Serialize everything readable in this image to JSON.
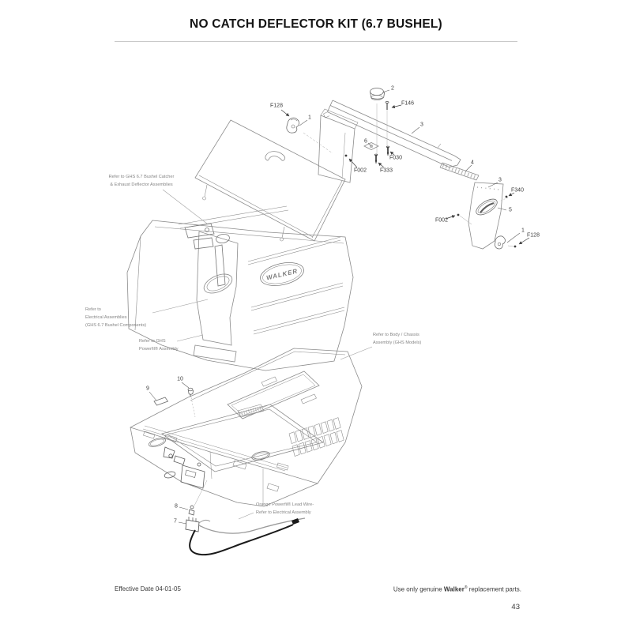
{
  "header": {
    "title": "NO CATCH DEFLECTOR KIT (6.7 BUSHEL)"
  },
  "footer": {
    "effective_date": "Effective Date 04-01-05",
    "genuine_prefix": "Use only genuine ",
    "brand": "Walker",
    "reg_mark": "®",
    "genuine_suffix": " replacement parts.",
    "page_number": "43"
  },
  "diagram": {
    "decals": {
      "catcher_logo": "WALKER"
    },
    "callouts": [
      {
        "id": "F128-upper",
        "text": "F128"
      },
      {
        "id": "1-upper",
        "text": "1"
      },
      {
        "id": "2",
        "text": "2"
      },
      {
        "id": "F146",
        "text": "F146"
      },
      {
        "id": "3-deflector",
        "text": "3"
      },
      {
        "id": "6",
        "text": "6"
      },
      {
        "id": "F002-upper",
        "text": "F002"
      },
      {
        "id": "F030",
        "text": "F030"
      },
      {
        "id": "F333",
        "text": "F333"
      },
      {
        "id": "4",
        "text": "4"
      },
      {
        "id": "3-panel",
        "text": "3"
      },
      {
        "id": "F340",
        "text": "F340"
      },
      {
        "id": "5",
        "text": "5"
      },
      {
        "id": "F002-panel",
        "text": "F002"
      },
      {
        "id": "1-panel",
        "text": "1"
      },
      {
        "id": "F128-panel",
        "text": "F128"
      },
      {
        "id": "9",
        "text": "9"
      },
      {
        "id": "10",
        "text": "10"
      },
      {
        "id": "8",
        "text": "8"
      },
      {
        "id": "7",
        "text": "7"
      }
    ],
    "notes": [
      {
        "id": "catcher",
        "lines": [
          "Refer to GHS 6.7 Bushel Catcher",
          "& Exhaust Deflector Assemblies"
        ]
      },
      {
        "id": "electrical",
        "lines": [
          "Refer to",
          "Electrical Assemblies",
          "(GHS 6.7 Bushel Components)"
        ]
      },
      {
        "id": "powerfil",
        "lines": [
          "Refer to GHS",
          "Powerfil® Assembly"
        ]
      },
      {
        "id": "body-chassis",
        "lines": [
          "Refer to Body / Chassis",
          "Assembly (GHS Models)"
        ]
      },
      {
        "id": "lead-wire",
        "lines": [
          "Orange Powerfil® Lead Wire-",
          "Refer to Electrical Assembly"
        ]
      }
    ]
  }
}
